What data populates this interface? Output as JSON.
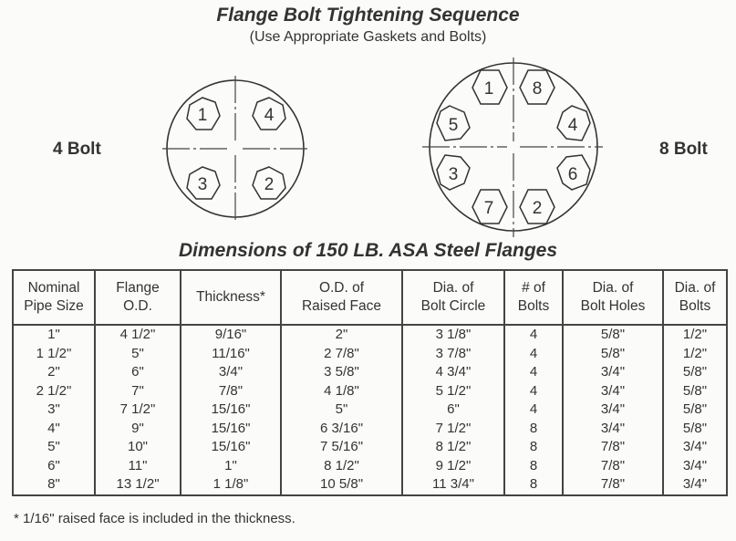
{
  "header": {
    "title": "Flange Bolt Tightening Sequence",
    "subtitle": "(Use Appropriate Gaskets and Bolts)"
  },
  "diagrams": {
    "four_bolt": {
      "label": "4 Bolt",
      "sequence": [
        "1",
        "4",
        "3",
        "2"
      ]
    },
    "eight_bolt": {
      "label": "8 Bolt",
      "sequence": [
        "1",
        "8",
        "5",
        "4",
        "3",
        "6",
        "7",
        "2"
      ]
    }
  },
  "table": {
    "title": "Dimensions of 150 LB. ASA Steel Flanges",
    "headers": [
      [
        "Nominal",
        "Pipe Size"
      ],
      [
        "Flange",
        "O.D."
      ],
      [
        "Thickness*",
        ""
      ],
      [
        "O.D. of",
        "Raised Face"
      ],
      [
        "Dia. of",
        "Bolt Circle"
      ],
      [
        "# of",
        "Bolts"
      ],
      [
        "Dia. of",
        "Bolt Holes"
      ],
      [
        "Dia. of",
        "Bolts"
      ]
    ],
    "rows": [
      [
        "1\"",
        "4 1/2\"",
        "9/16\"",
        "2\"",
        "3 1/8\"",
        "4",
        "5/8\"",
        "1/2\""
      ],
      [
        "1 1/2\"",
        "5\"",
        "11/16\"",
        "2 7/8\"",
        "3 7/8\"",
        "4",
        "5/8\"",
        "1/2\""
      ],
      [
        "2\"",
        "6\"",
        "3/4\"",
        "3 5/8\"",
        "4 3/4\"",
        "4",
        "3/4\"",
        "5/8\""
      ],
      [
        "2 1/2\"",
        "7\"",
        "7/8\"",
        "4 1/8\"",
        "5 1/2\"",
        "4",
        "3/4\"",
        "5/8\""
      ],
      [
        "3\"",
        "7 1/2\"",
        "15/16\"",
        "5\"",
        "6\"",
        "4",
        "3/4\"",
        "5/8\""
      ],
      [
        "4\"",
        "9\"",
        "15/16\"",
        "6 3/16\"",
        "7 1/2\"",
        "8",
        "3/4\"",
        "5/8\""
      ],
      [
        "5\"",
        "10\"",
        "15/16\"",
        "7 5/16\"",
        "8 1/2\"",
        "8",
        "7/8\"",
        "3/4\""
      ],
      [
        "6\"",
        "11\"",
        "1\"",
        "8 1/2\"",
        "9 1/2\"",
        "8",
        "7/8\"",
        "3/4\""
      ],
      [
        "8\"",
        "13 1/2\"",
        "1 1/8\"",
        "10 5/8\"",
        "11 3/4\"",
        "8",
        "7/8\"",
        "3/4\""
      ]
    ],
    "footnote": "* 1/16\" raised face is included in the thickness."
  }
}
